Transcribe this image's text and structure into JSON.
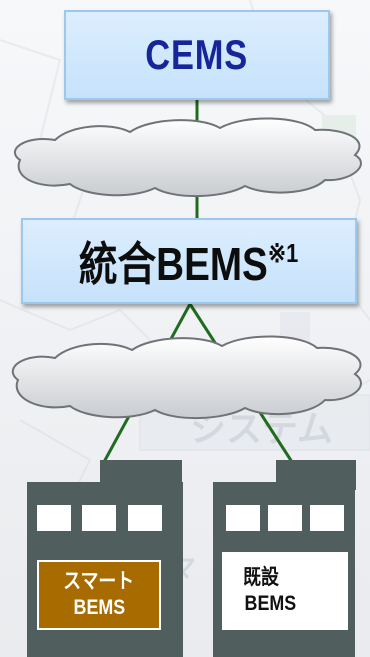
{
  "nodes": {
    "cems": "CEMS",
    "integrated_bems": "統合BEMS",
    "integrated_bems_note": "※1",
    "smart_bems_line1": "スマート",
    "smart_bems_line2": "BEMS",
    "existing_bems_line1": "既設",
    "existing_bems_line2": "BEMS"
  },
  "background": {
    "watermark1": "システム",
    "watermark2": "マ"
  },
  "colors": {
    "cems_text": "#17259a",
    "box_fill": "#c6e2fb",
    "line": "#1f6b1f",
    "building": "#505f5d",
    "smart_bems_fill": "#a86b00"
  }
}
